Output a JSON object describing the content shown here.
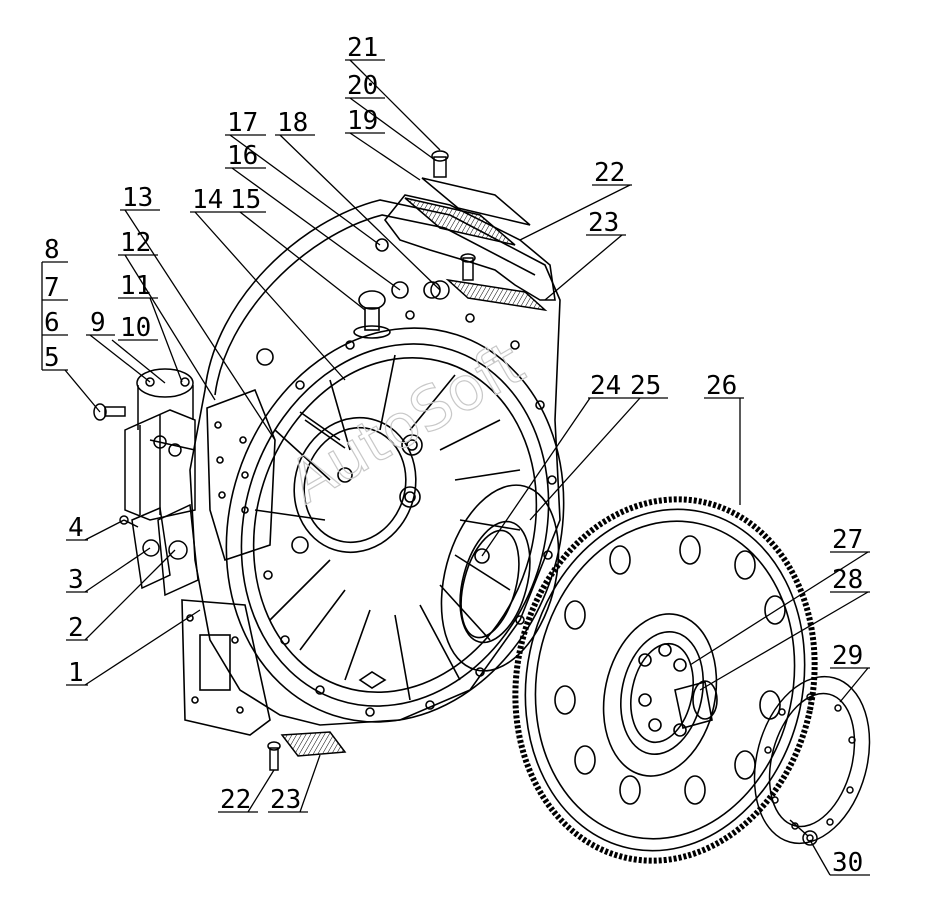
{
  "diagram": {
    "callouts": [
      "1",
      "2",
      "3",
      "4",
      "5",
      "6",
      "7",
      "8",
      "9",
      "10",
      "11",
      "12",
      "13",
      "14",
      "15",
      "16",
      "17",
      "18",
      "19",
      "20",
      "21",
      "22",
      "23",
      "24",
      "25",
      "26",
      "27",
      "28",
      "29",
      "30"
    ],
    "duplicate_callouts": [
      "22",
      "23"
    ],
    "watermark": "AutoSoft",
    "colors": {
      "line": "#000000",
      "background": "#ffffff",
      "watermark": "#c8c8c8"
    }
  }
}
